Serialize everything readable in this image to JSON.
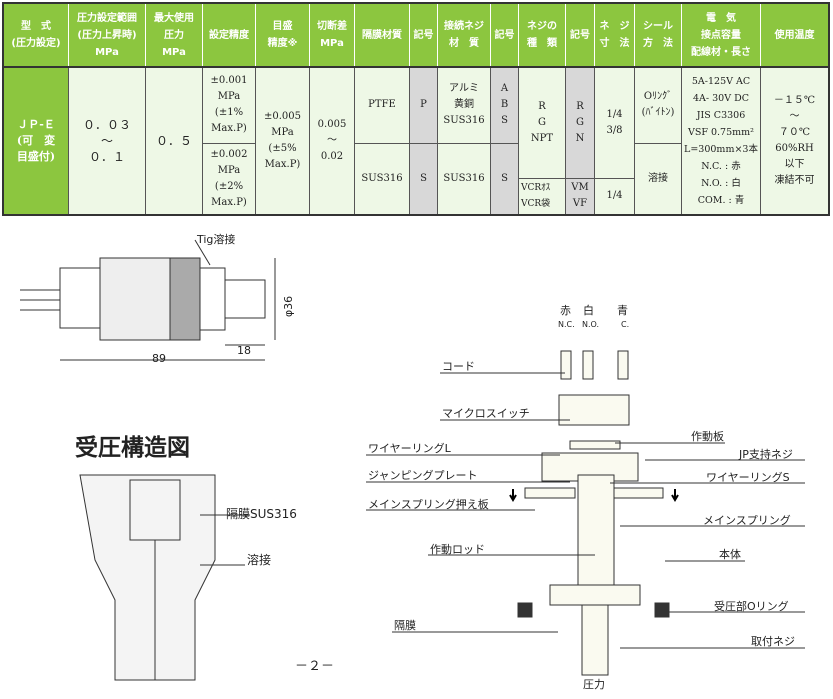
{
  "table": {
    "headers": [
      "型　式\n(圧力設定)",
      "圧力設定範囲\n(圧力上昇時)\nMPa",
      "最大使用\n圧力\nMPa",
      "設定精度",
      "目盛\n精度※",
      "切断差\nMPa",
      "隔膜材質",
      "記号",
      "接続ネジ\n材　質",
      "記号",
      "ネジの\n種　類",
      "記号",
      "ネ　ジ\n寸　法",
      "シール\n方　法",
      "電　気\n接点容量\n配線材・長さ",
      "使用温度"
    ],
    "model": "ＪＰ-Ｅ\n(可　変\n目盛付)",
    "range": "０．０３\n～\n０．１",
    "max_pressure": "０．５",
    "accuracy_1": "±0.001\nMPa\n(±1%\nMax.P)",
    "accuracy_2": "±0.002\nMPa\n(±2%\nMax.P)",
    "scale_accuracy": "±0.005\nMPa\n(±5%\nMax.P)",
    "differential": "0.005\n～\n0.02",
    "diaphragm_1": "PTFE",
    "diaphragm_code_1": "P",
    "diaphragm_2": "SUS316",
    "diaphragm_code_2": "S",
    "conn_material_1": "アルミ\n黄銅\nSUS316",
    "conn_code_1": "A\nB\nS",
    "conn_material_2": "SUS316",
    "conn_code_2": "S",
    "thread_type_1": "R\nG\nNPT",
    "thread_code_1": "R\nG\nN",
    "thread_type_2": "VCRｵｽ\nVCR袋",
    "thread_code_2": "VM\nVF",
    "thread_size_1": "1/4\n3/8",
    "thread_size_2": "1/4",
    "seal_1": "Oﾘﾝｸﾞ\n(ﾊﾞｲﾄﾝ)",
    "seal_2": "溶接",
    "electrical": "5A-125V AC\n4A- 30V DC\nJIS C3306\nVSF 0.75mm²\nL=300mm×3本\nN.C. : 赤\nN.O. : 白\nCOM. : 青",
    "temperature": "－１５℃\n～\n７０℃\n60%RH\n以下\n凍結不可"
  },
  "outline": {
    "tig": "Tig溶接",
    "dim_length": "89",
    "dim_thread": "18",
    "dim_dia": "φ36"
  },
  "section_title": "受圧構造図",
  "section_labels": {
    "diaphragm": "隔膜SUS316",
    "weld": "溶接"
  },
  "page_number": "－２－",
  "structure": {
    "wires": [
      {
        "color": "赤",
        "code": "N.C."
      },
      {
        "color": "白",
        "code": "N.O."
      },
      {
        "color": "青",
        "code": "C."
      }
    ],
    "left": [
      "コード",
      "マイクロスイッチ",
      "ワイヤーリングL",
      "ジャンピングプレート",
      "メインスプリング押え板",
      "作動ロッド",
      "隔膜"
    ],
    "right": [
      "作動板",
      "JP支持ネジ",
      "ワイヤーリングS",
      "メインスプリング",
      "本体",
      "受圧部Oリング",
      "取付ネジ"
    ],
    "pressure": "圧力"
  }
}
